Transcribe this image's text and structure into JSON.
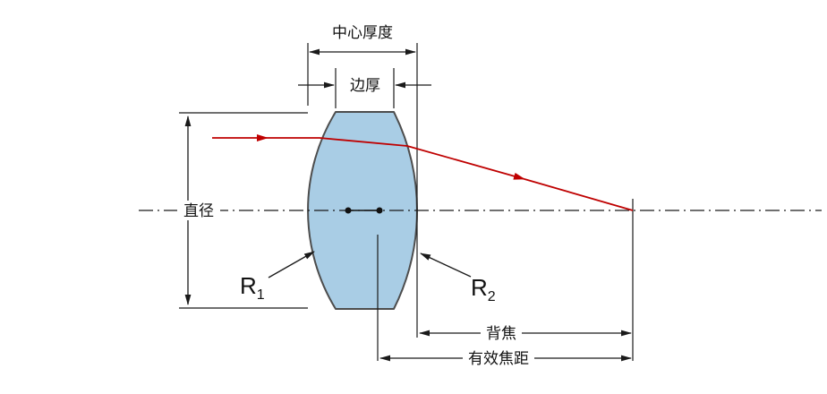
{
  "diagram": {
    "type": "optical-lens-dimension-diagram",
    "labels": {
      "center_thickness": "中心厚度",
      "edge_thickness": "边厚",
      "diameter": "直径",
      "back_focal": "背焦",
      "effective_focal": "有效焦距",
      "r1_base": "R",
      "r1_sub": "1",
      "r2_base": "R",
      "r2_sub": "2"
    },
    "colors": {
      "background": "#ffffff",
      "lens_fill": "#a9cde5",
      "lens_stroke": "#4d4d4d",
      "dimension_line": "#1a1a1a",
      "ray": "#bf0000"
    }
  }
}
